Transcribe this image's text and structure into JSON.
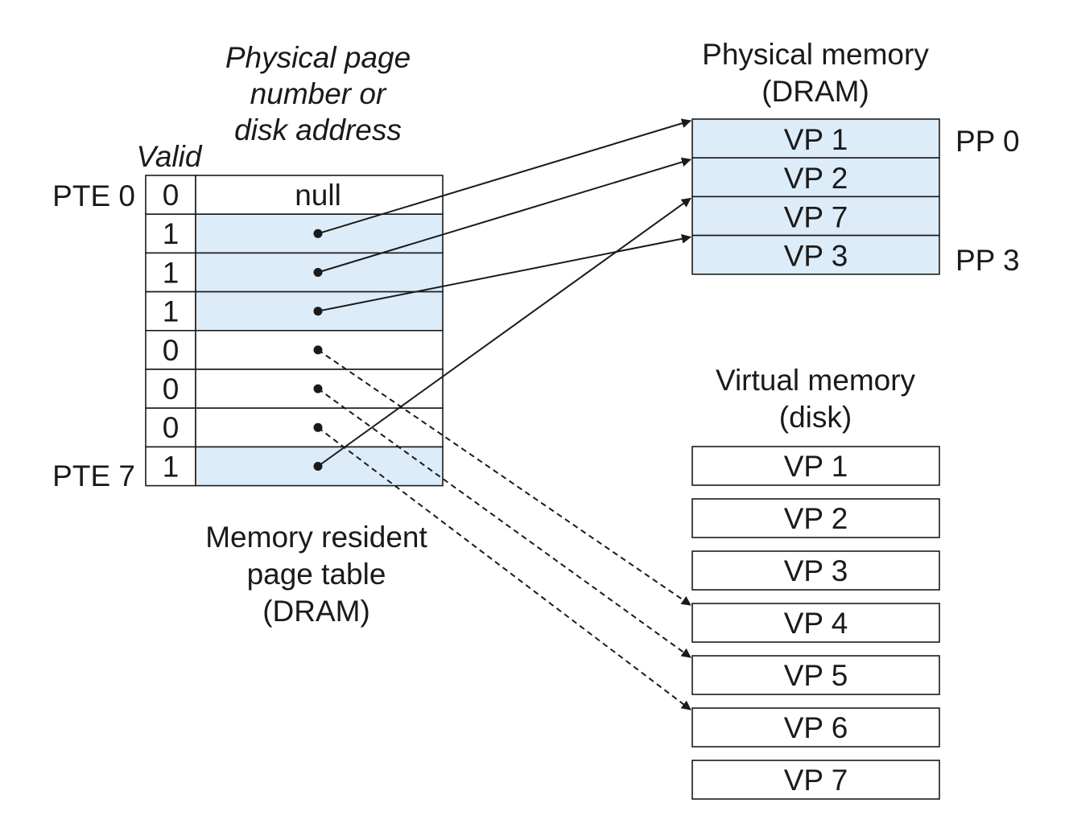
{
  "page_table": {
    "heading_valid": "Valid",
    "heading_address": [
      "Physical page",
      "number or",
      "disk address"
    ],
    "pte_first_label": "PTE 0",
    "pte_last_label": "PTE 7",
    "caption": [
      "Memory resident",
      "page table",
      "(DRAM)"
    ],
    "rows": [
      {
        "valid": "0",
        "content": "null",
        "kind": "null"
      },
      {
        "valid": "1",
        "kind": "resident"
      },
      {
        "valid": "1",
        "kind": "resident"
      },
      {
        "valid": "1",
        "kind": "resident"
      },
      {
        "valid": "0",
        "kind": "disk"
      },
      {
        "valid": "0",
        "kind": "disk"
      },
      {
        "valid": "0",
        "kind": "disk"
      },
      {
        "valid": "1",
        "kind": "resident"
      }
    ]
  },
  "physical_memory": {
    "title": [
      "Physical memory",
      "(DRAM)"
    ],
    "pages": [
      "VP 1",
      "VP 2",
      "VP 7",
      "VP 3"
    ],
    "pp_first_label": "PP 0",
    "pp_last_label": "PP 3"
  },
  "virtual_memory": {
    "title": [
      "Virtual memory",
      "(disk)"
    ],
    "pages": [
      "VP 1",
      "VP 2",
      "VP 3",
      "VP 4",
      "VP 5",
      "VP 6",
      "VP 7"
    ]
  },
  "mappings": [
    {
      "pte": 1,
      "to": "physical",
      "index": 0,
      "style": "solid"
    },
    {
      "pte": 2,
      "to": "physical",
      "index": 1,
      "style": "solid"
    },
    {
      "pte": 3,
      "to": "physical",
      "index": 3,
      "style": "solid"
    },
    {
      "pte": 7,
      "to": "physical",
      "index": 2,
      "style": "solid"
    },
    {
      "pte": 4,
      "to": "virtual",
      "index": 3,
      "style": "dashed"
    },
    {
      "pte": 5,
      "to": "virtual",
      "index": 4,
      "style": "dashed"
    },
    {
      "pte": 6,
      "to": "virtual",
      "index": 5,
      "style": "dashed"
    }
  ],
  "colors": {
    "resident_fill": "#dcecf8",
    "line": "#1a1a1a"
  }
}
